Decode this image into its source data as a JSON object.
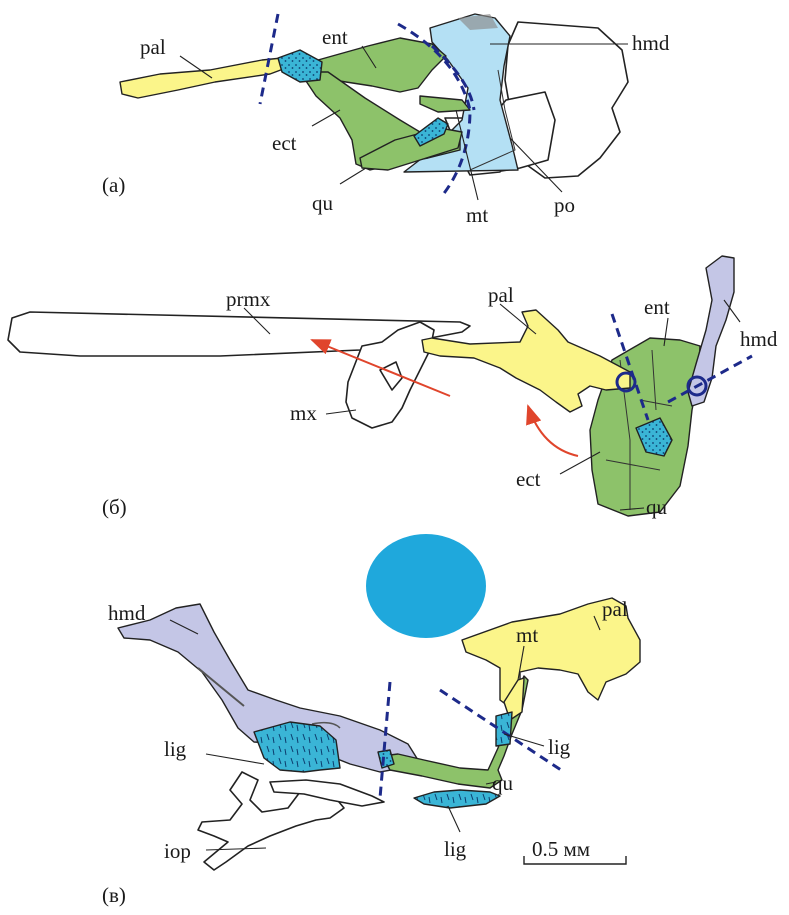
{
  "colors": {
    "palatine": "#fbf58a",
    "pterygoquadrate": "#8dc26a",
    "ligament": "#3ab5d6",
    "hyomandibular_a": "#b4e0f4",
    "hyomandibular_bv": "#c4c6e6",
    "axis_line": "#1d2a8a",
    "arrow": "#e0452c",
    "blue_disc": "#1fa8dc"
  },
  "panel_a": {
    "letter": "(а)",
    "labels": {
      "pal": "pal",
      "ent": "ent",
      "hmd": "hmd",
      "ect": "ect",
      "qu": "qu",
      "mt": "mt",
      "po": "po"
    }
  },
  "panel_b": {
    "letter": "(б)",
    "labels": {
      "prmx": "prmx",
      "pal": "pal",
      "ent": "ent",
      "hmd": "hmd",
      "mx": "mx",
      "ect": "ect",
      "qu": "qu"
    }
  },
  "panel_v": {
    "letter": "(в)",
    "labels": {
      "hmd": "hmd",
      "pal": "pal",
      "mt": "mt",
      "lig_1": "lig",
      "lig_2": "lig",
      "lig_3": "lig",
      "qu": "qu",
      "iop": "iop"
    },
    "scale_bar": "0.5 мм"
  }
}
